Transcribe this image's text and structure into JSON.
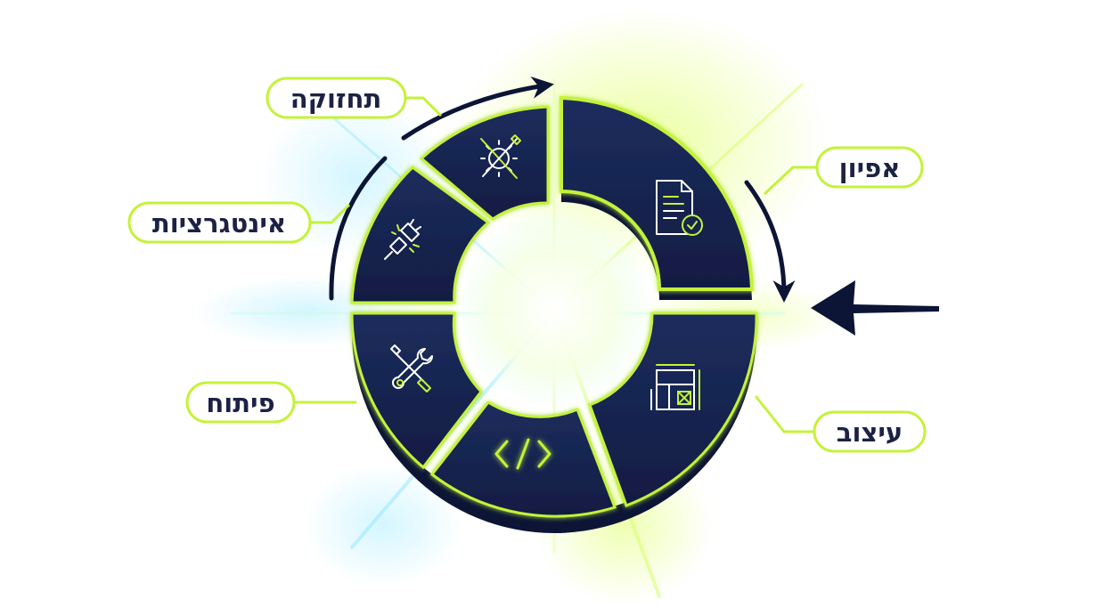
{
  "colors": {
    "navy": "#16244f",
    "navy_dark": "#0c1535",
    "neon": "#c4f23a",
    "neon_glow": "#b6ff2e",
    "cyan_glow": "#6fe0ff",
    "label_text": "#1c2244",
    "label_bg": "#ffffff"
  },
  "stages": [
    {
      "id": "specification",
      "label": "אפיון",
      "icon": "document-check-icon"
    },
    {
      "id": "design",
      "label": "עיצוב",
      "icon": "layout-blueprint-icon"
    },
    {
      "id": "development",
      "label": "פיתוח",
      "icon": "wrench-screwdriver-icon"
    },
    {
      "id": "integrations",
      "label": "אינטגרציות",
      "icon": "plug-connector-icon"
    },
    {
      "id": "maintenance",
      "label": "תחזוקה",
      "icon": "tools-gear-icon"
    },
    {
      "id": "code",
      "label": "",
      "icon": "code-brackets-icon"
    }
  ]
}
